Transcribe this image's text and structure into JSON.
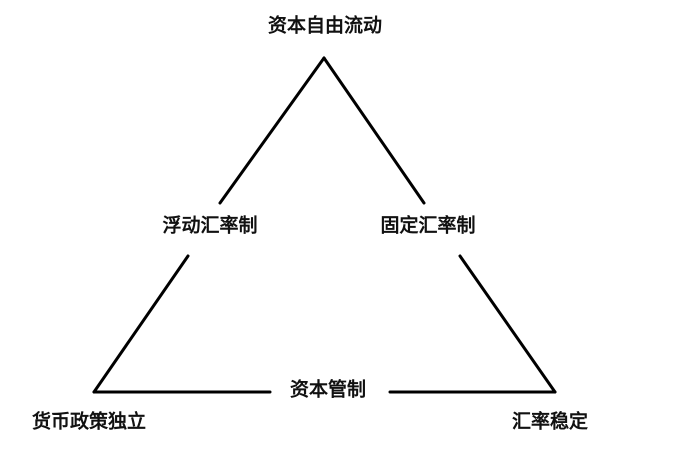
{
  "diagram": {
    "vertices": {
      "top": "资本自由流动",
      "bottom_left": "货币政策独立",
      "bottom_right": "汇率稳定"
    },
    "edges": {
      "left": "浮动汇率制",
      "right": "固定汇率制",
      "bottom": "资本管制"
    },
    "line_color": "#000000",
    "text_color": "#111111"
  }
}
